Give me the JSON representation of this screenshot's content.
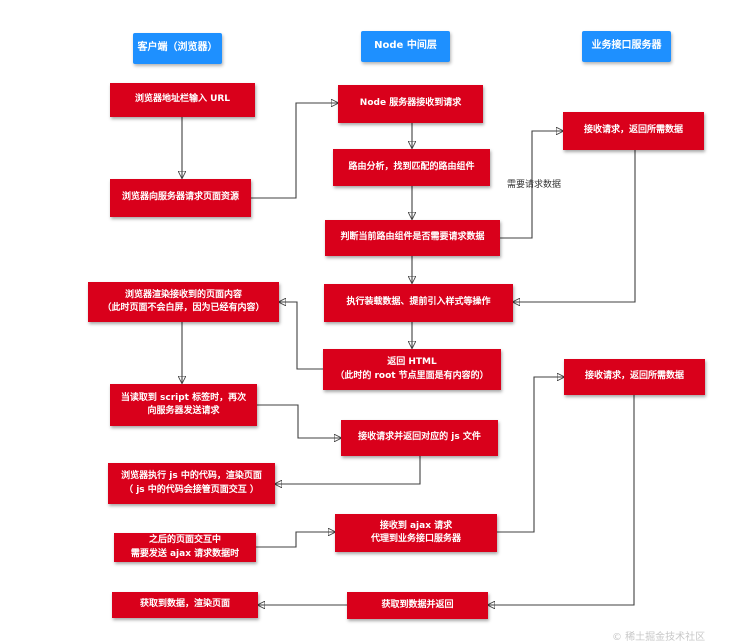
{
  "headers": {
    "client": "客户端（浏览器）",
    "node": "Node 中间层",
    "server": "业务接口服务器"
  },
  "nodes": {
    "c1": "浏览器地址栏输入 URL",
    "c2": "浏览器向服务器请求页面资源",
    "c3": "浏览器渲染接收到的页面内容\n（此时页面不会白屏，因为已经有内容）",
    "c4": "当读取到 script 标签时，再次\n向服务器发送请求",
    "c5": "浏览器执行 js 中的代码，渲染页面\n（ js 中的代码会接管页面交互 ）",
    "c6": "之后的页面交互中\n需要发送 ajax 请求数据时",
    "c7": "获取到数据，渲染页面",
    "n1": "Node 服务器接收到请求",
    "n2": "路由分析，找到匹配的路由组件",
    "n3": "判断当前路由组件是否需要请求数据",
    "n4": "执行装载数据、提前引入样式等操作",
    "n5": "返回 HTML\n（此时的 root 节点里面是有内容的）",
    "n6": "接收请求并返回对应的 js 文件",
    "n7": "接收到 ajax 请求\n代理到业务接口服务器",
    "n8": "获取到数据并返回",
    "s1": "接收请求，返回所需数据",
    "s2": "接收请求，返回所需数据"
  },
  "edge_labels": {
    "need_data": "需要请求数据"
  },
  "watermark": "© 稀土掘金技术社区"
}
